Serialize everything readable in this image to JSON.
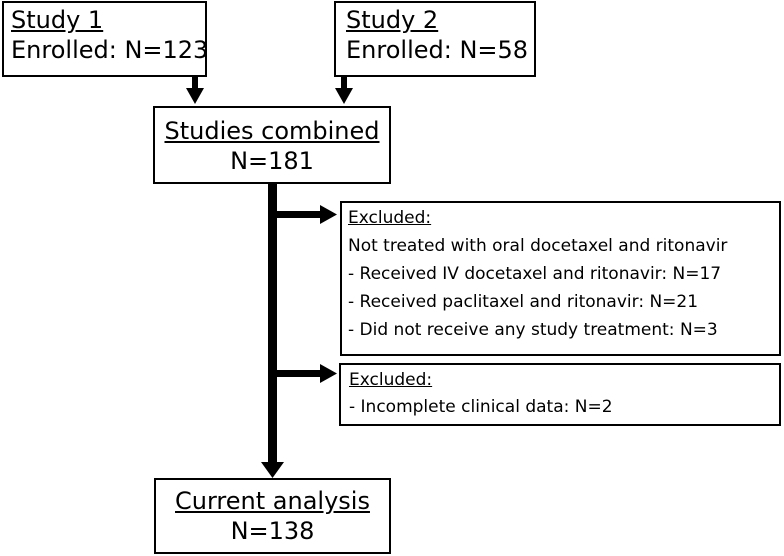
{
  "study1": {
    "title": "Study 1",
    "enrolled": "Enrolled: N=123"
  },
  "study2": {
    "title": "Study 2",
    "enrolled": "Enrolled: N=58"
  },
  "combined": {
    "title": "Studies combined",
    "count": "N=181"
  },
  "excluded1": {
    "title": "Excluded:",
    "reason": "Not treated with oral docetaxel and ritonavir",
    "items": [
      "- Received IV docetaxel and ritonavir: N=17",
      "- Received paclitaxel and ritonavir: N=21",
      "- Did not receive any study treatment: N=3"
    ]
  },
  "excluded2": {
    "title": "Excluded:",
    "items": [
      "- Incomplete clinical data: N=2"
    ]
  },
  "analysis": {
    "title": "Current analysis",
    "count": "N=138"
  }
}
